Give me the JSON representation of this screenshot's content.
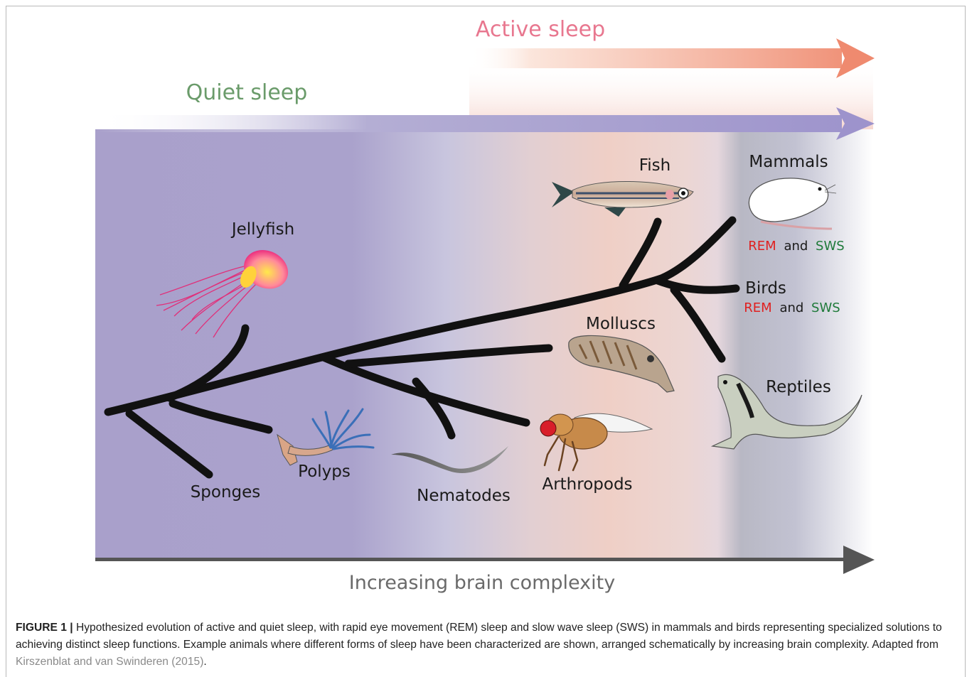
{
  "figure": {
    "active_sleep": "Active sleep",
    "quiet_sleep": "Quiet sleep",
    "axis_label": "Increasing brain complexity",
    "colors": {
      "quiet": "#6a9b6a",
      "active": "#e8778f",
      "rem": "#e02020",
      "sws": "#1f7a3a",
      "tree": "#111111"
    },
    "animals": {
      "jellyfish": "Jellyfish",
      "sponges": "Sponges",
      "polyps": "Polyps",
      "nematodes": "Nematodes",
      "arthropods": "Arthropods",
      "molluscs": "Molluscs",
      "fish": "Fish",
      "mammals": "Mammals",
      "birds": "Birds",
      "reptiles": "Reptiles"
    },
    "sleep_types": {
      "rem": "REM",
      "and": "and",
      "sws": "SWS"
    }
  },
  "caption": {
    "label": "FIGURE 1 |",
    "text": " Hypothesized evolution of active and quiet sleep, with rapid eye movement (REM) sleep and slow wave sleep (SWS) in mammals and birds representing specialized solutions to achieving distinct sleep functions. Example animals where different forms of sleep have been characterized are shown, arranged schematically by increasing brain complexity. Adapted from ",
    "reference": "Kirszenblat and van Swinderen (2015)",
    "end": "."
  }
}
